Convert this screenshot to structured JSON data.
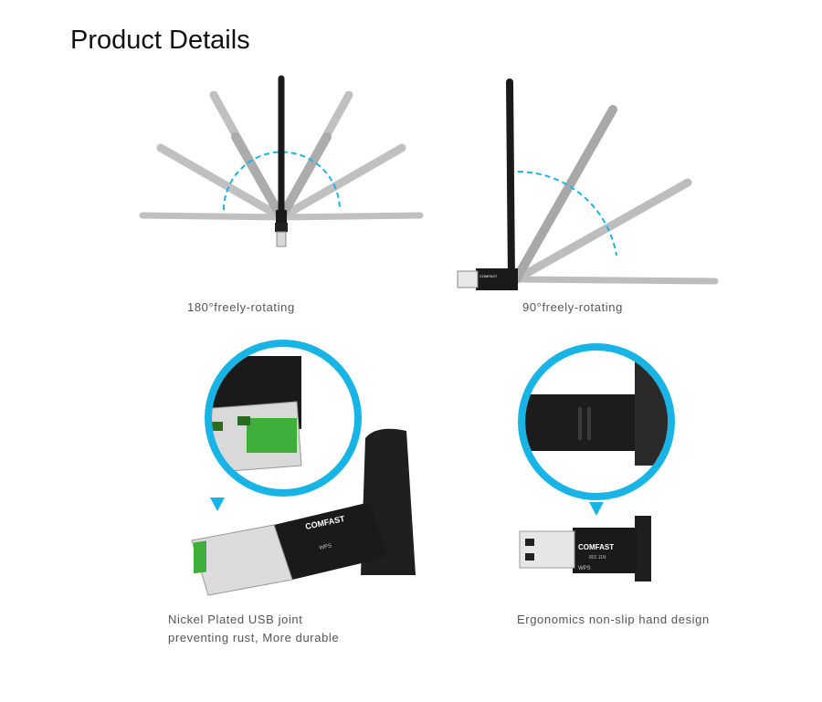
{
  "page": {
    "title": "Product Details"
  },
  "features": [
    {
      "caption": "180°freely-rotating"
    },
    {
      "caption": "90°freely-rotating"
    },
    {
      "caption_line1": "Nickel Plated USB joint",
      "caption_line2": "preventing rust, More durable"
    },
    {
      "caption": "Ergonomics non-slip hand design"
    }
  ],
  "product": {
    "brand": "COMFAST",
    "model": "802.11N",
    "button_label": "WPS"
  },
  "colors": {
    "accent": "#19b4e6",
    "antenna_ghost": "#bdbdbd",
    "device_body": "#1a1a1a",
    "usb_contact": "#3fae3a"
  }
}
